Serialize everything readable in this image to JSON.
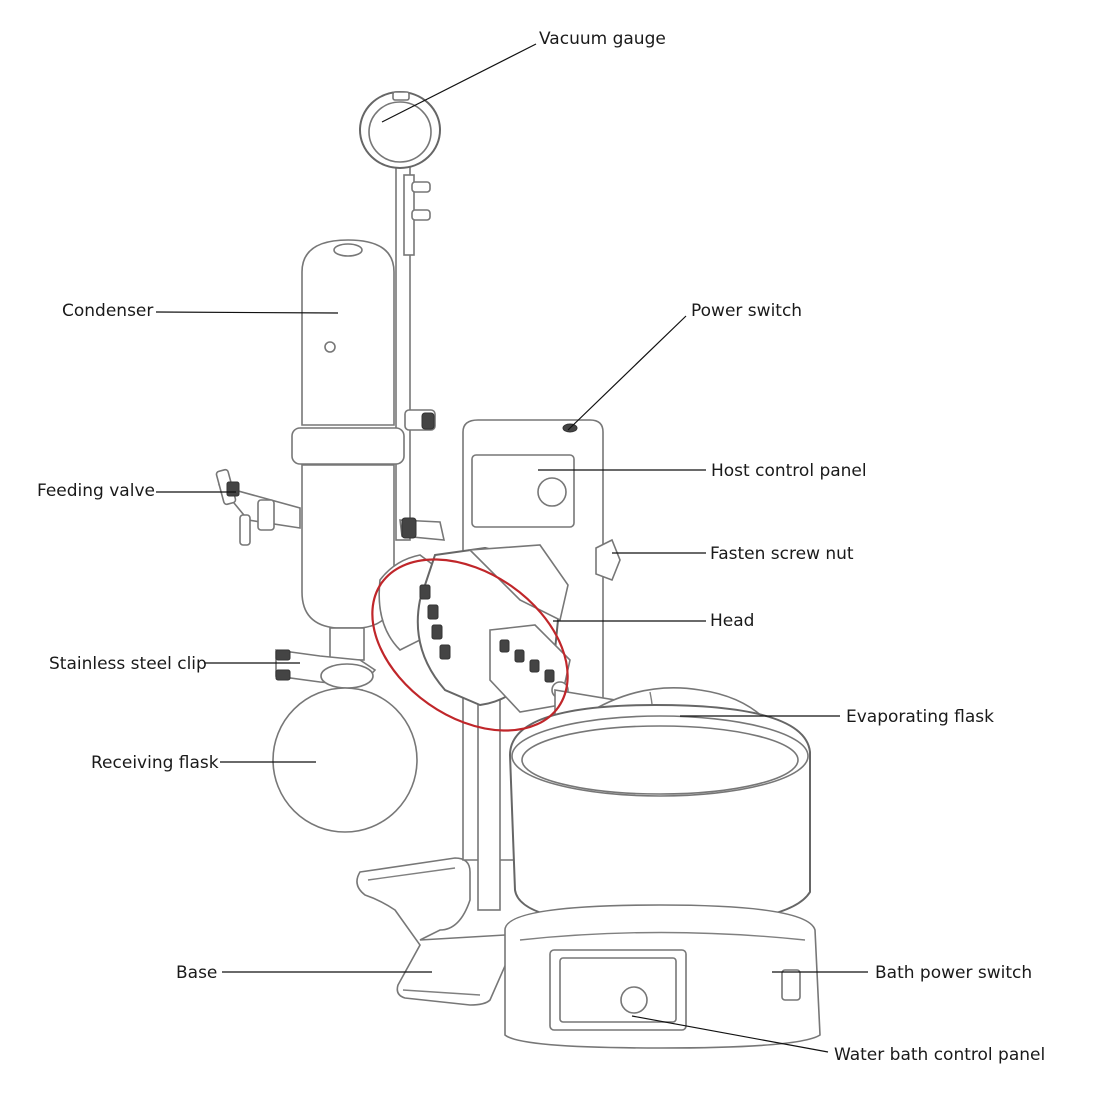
{
  "labels": {
    "vacuum_gauge": "Vacuum gauge",
    "condenser": "Condenser",
    "power_switch": "Power switch",
    "host_control_panel": "Host control panel",
    "feeding_valve": "Feeding valve",
    "fasten_screw_nut": "Fasten screw nut",
    "head": "Head",
    "stainless_steel_clip": "Stainless steel clip",
    "evaporating_flask": "Evaporating flask",
    "receiving_flask": "Receiving flask",
    "base": "Base",
    "bath_power_switch": "Bath power switch",
    "water_bath_control_panel": "Water bath control panel"
  },
  "colors": {
    "highlight_ring": "#c0262a",
    "line_art": "#777777"
  }
}
